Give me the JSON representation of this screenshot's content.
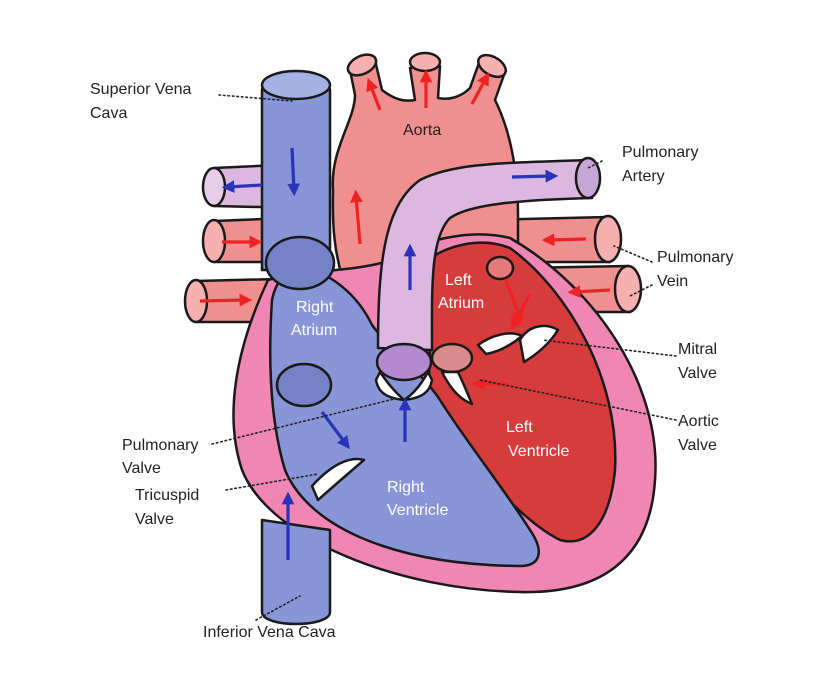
{
  "labels": {
    "superior_vena_cava_line1": "Superior Vena",
    "superior_vena_cava_line2": "Cava",
    "aorta": "Aorta",
    "pulmonary_artery_line1": "Pulmonary",
    "pulmonary_artery_line2": "Artery",
    "pulmonary_vein_line1": "Pulmonary",
    "pulmonary_vein_line2": "Vein",
    "right_atrium_line1": "Right",
    "right_atrium_line2": "Atrium",
    "left_atrium_line1": "Left",
    "left_atrium_line2": "Atrium",
    "mitral_valve_line1": "Mitral",
    "mitral_valve_line2": "Valve",
    "aortic_valve_line1": "Aortic",
    "aortic_valve_line2": "Valve",
    "left_ventricle_line1": "Left",
    "left_ventricle_line2": "Ventricle",
    "pulmonary_valve_line1": "Pulmonary",
    "pulmonary_valve_line2": "Valve",
    "tricuspid_valve_line1": "Tricuspid",
    "tricuspid_valve_line2": "Valve",
    "right_ventricle_line1": "Right",
    "right_ventricle_line2": "Ventricle",
    "inferior_vena_cava": "Inferior Vena Cava"
  },
  "colors": {
    "deoxygenated_blue": "#8895d6",
    "oxygenated_red": "#f08f8f",
    "myocardium_pink": "#ef86b3",
    "left_chamber_red": "#d73c3c",
    "pulmonary_artery_lilac": "#dcb7df",
    "arrow_blue": "#2a34b8",
    "arrow_red": "#ee2222"
  }
}
